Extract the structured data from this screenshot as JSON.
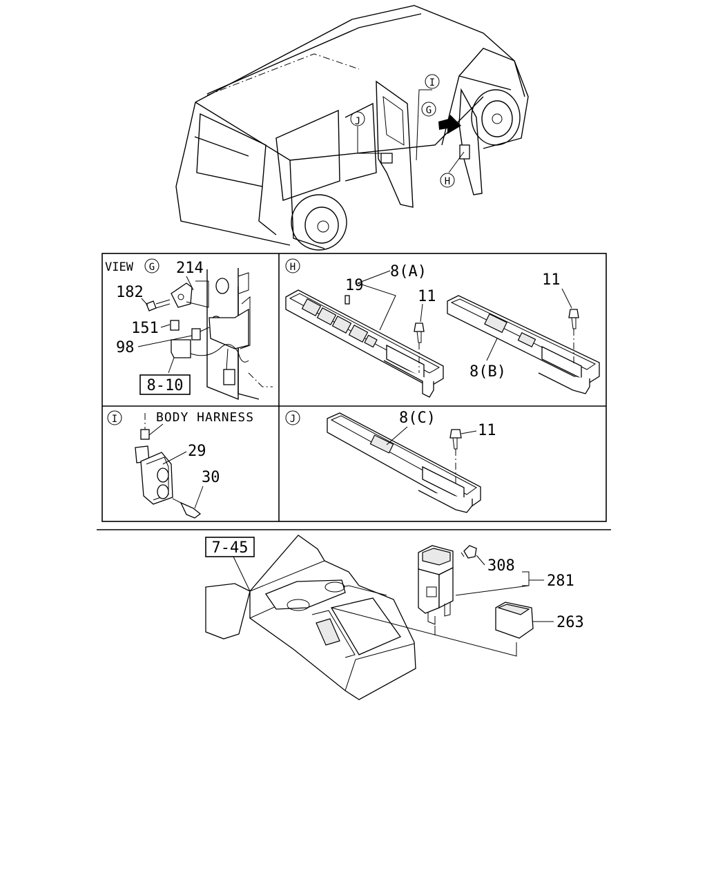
{
  "view_labels": {
    "view_prefix": "VIEW",
    "g": "G",
    "h": "H",
    "i": "I",
    "j": "J"
  },
  "part_numbers": {
    "p214": "214",
    "p182": "182",
    "p151": "151",
    "p98": "98",
    "p19": "19",
    "p8a": "8(A)",
    "p11_h1": "11",
    "p11_h2": "11",
    "p8b": "8(B)",
    "p29": "29",
    "p30": "30",
    "p8c": "8(C)",
    "p11_j": "11",
    "p308": "308",
    "p281": "281",
    "p263": "263"
  },
  "references": {
    "ref_8_10": "8-10",
    "ref_7_45": "7-45"
  },
  "notes": {
    "body_harness": "BODY HARNESS"
  }
}
